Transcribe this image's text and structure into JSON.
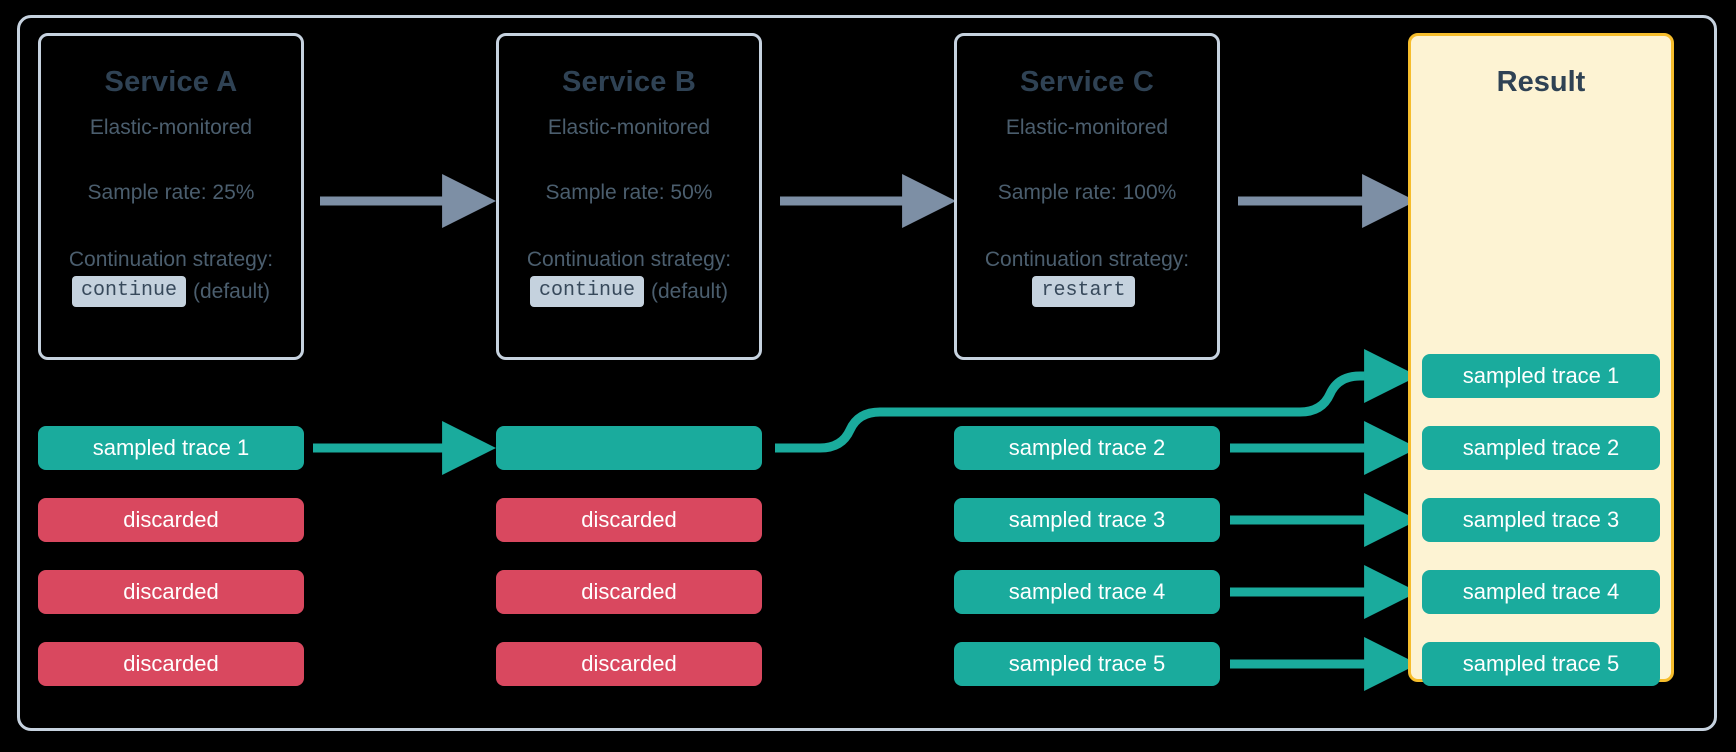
{
  "colors": {
    "frame_border": "#c6d2df",
    "result_border": "#f6bd2c",
    "result_fill": "#fdf3d3",
    "sampled_green": "#1aab9d",
    "discarded_red": "#d9485f",
    "gray_arrow": "#7d8fa5",
    "green_arrow": "#1aab9d",
    "text_dark": "#2f4254",
    "code_chip_bg": "#c5d2de"
  },
  "services": [
    {
      "title": "Service A",
      "subtitle": "Elastic-monitored",
      "sample_rate": "Sample rate: 25%",
      "continuation_label": "Continuation strategy:",
      "strategy_code": "continue",
      "strategy_note": "(default)"
    },
    {
      "title": "Service B",
      "subtitle": "Elastic-monitored",
      "sample_rate": "Sample rate: 50%",
      "continuation_label": "Continuation strategy:",
      "strategy_code": "continue",
      "strategy_note": "(default)"
    },
    {
      "title": "Service C",
      "subtitle": "Elastic-monitored",
      "sample_rate": "Sample rate: 100%",
      "continuation_label": "Continuation strategy:",
      "strategy_code": "restart",
      "strategy_note": ""
    }
  ],
  "result": {
    "title": "Result"
  },
  "columns": {
    "service_a_traces": [
      {
        "label": "sampled trace 1",
        "kind": "sampled"
      },
      {
        "label": "discarded",
        "kind": "discarded"
      },
      {
        "label": "discarded",
        "kind": "discarded"
      },
      {
        "label": "discarded",
        "kind": "discarded"
      }
    ],
    "service_b_traces": [
      {
        "label": "",
        "kind": "sampled"
      },
      {
        "label": "discarded",
        "kind": "discarded"
      },
      {
        "label": "discarded",
        "kind": "discarded"
      },
      {
        "label": "discarded",
        "kind": "discarded"
      }
    ],
    "service_c_traces": [
      {
        "label": "sampled trace 2",
        "kind": "sampled"
      },
      {
        "label": "sampled trace 3",
        "kind": "sampled"
      },
      {
        "label": "sampled trace 4",
        "kind": "sampled"
      },
      {
        "label": "sampled trace 5",
        "kind": "sampled"
      }
    ],
    "result_traces": [
      {
        "label": "sampled trace 1",
        "kind": "sampled"
      },
      {
        "label": "sampled trace 2",
        "kind": "sampled"
      },
      {
        "label": "sampled trace 3",
        "kind": "sampled"
      },
      {
        "label": "sampled trace 4",
        "kind": "sampled"
      },
      {
        "label": "sampled trace 5",
        "kind": "sampled"
      }
    ]
  }
}
